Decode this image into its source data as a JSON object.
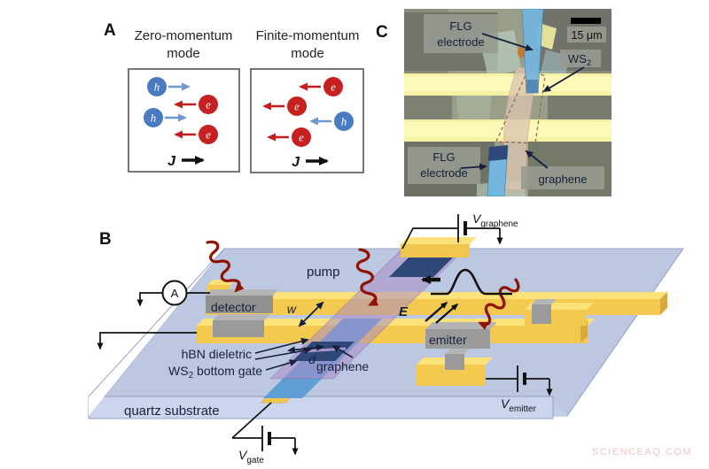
{
  "panel_a": {
    "label": "A",
    "modes": [
      {
        "title_line1": "Zero-momentum",
        "title_line2": "mode",
        "current": "J"
      },
      {
        "title_line1": "Finite-momentum",
        "title_line2": "mode",
        "current": "J"
      }
    ],
    "hole": "h",
    "electron": "e"
  },
  "panel_b": {
    "label": "B",
    "labels": {
      "pump": "pump",
      "detector": "detector",
      "emitter": "emitter",
      "width": "w",
      "gap": "d",
      "field": "E",
      "hbn": "hBN dieletric",
      "ws2_prefix": "WS",
      "ws2_sub": "2",
      "ws2_suffix": " bottom gate",
      "graphene": "graphene",
      "substrate": "quartz substrate",
      "ammeter": "A"
    },
    "voltages": {
      "graphene": {
        "symbol": "V",
        "sub": "graphene"
      },
      "gate": {
        "symbol": "V",
        "sub": "gate"
      },
      "emitter": {
        "symbol": "V",
        "sub": "emitter"
      }
    }
  },
  "panel_c": {
    "label": "C",
    "scale_bar": "15 μm",
    "labels": {
      "flg_top": [
        "FLG",
        "electrode"
      ],
      "flg_bottom": [
        "FLG",
        "electrode"
      ],
      "ws2_prefix": "WS",
      "ws2_sub": "2",
      "graphene": "graphene"
    }
  },
  "watermark": "SCIENCEAQ.COM",
  "colors": {
    "electron_red": "#c62020",
    "hole_blue": "#4a7bc0",
    "gold_electrode": "#f5cf55",
    "hbn_purple": "#a98cc4",
    "ws2_blue": "#5f9fd4",
    "graphene_navy": "#2f4878",
    "photon_red": "#8f1300",
    "quartz_blue": "#bcc8e2"
  }
}
